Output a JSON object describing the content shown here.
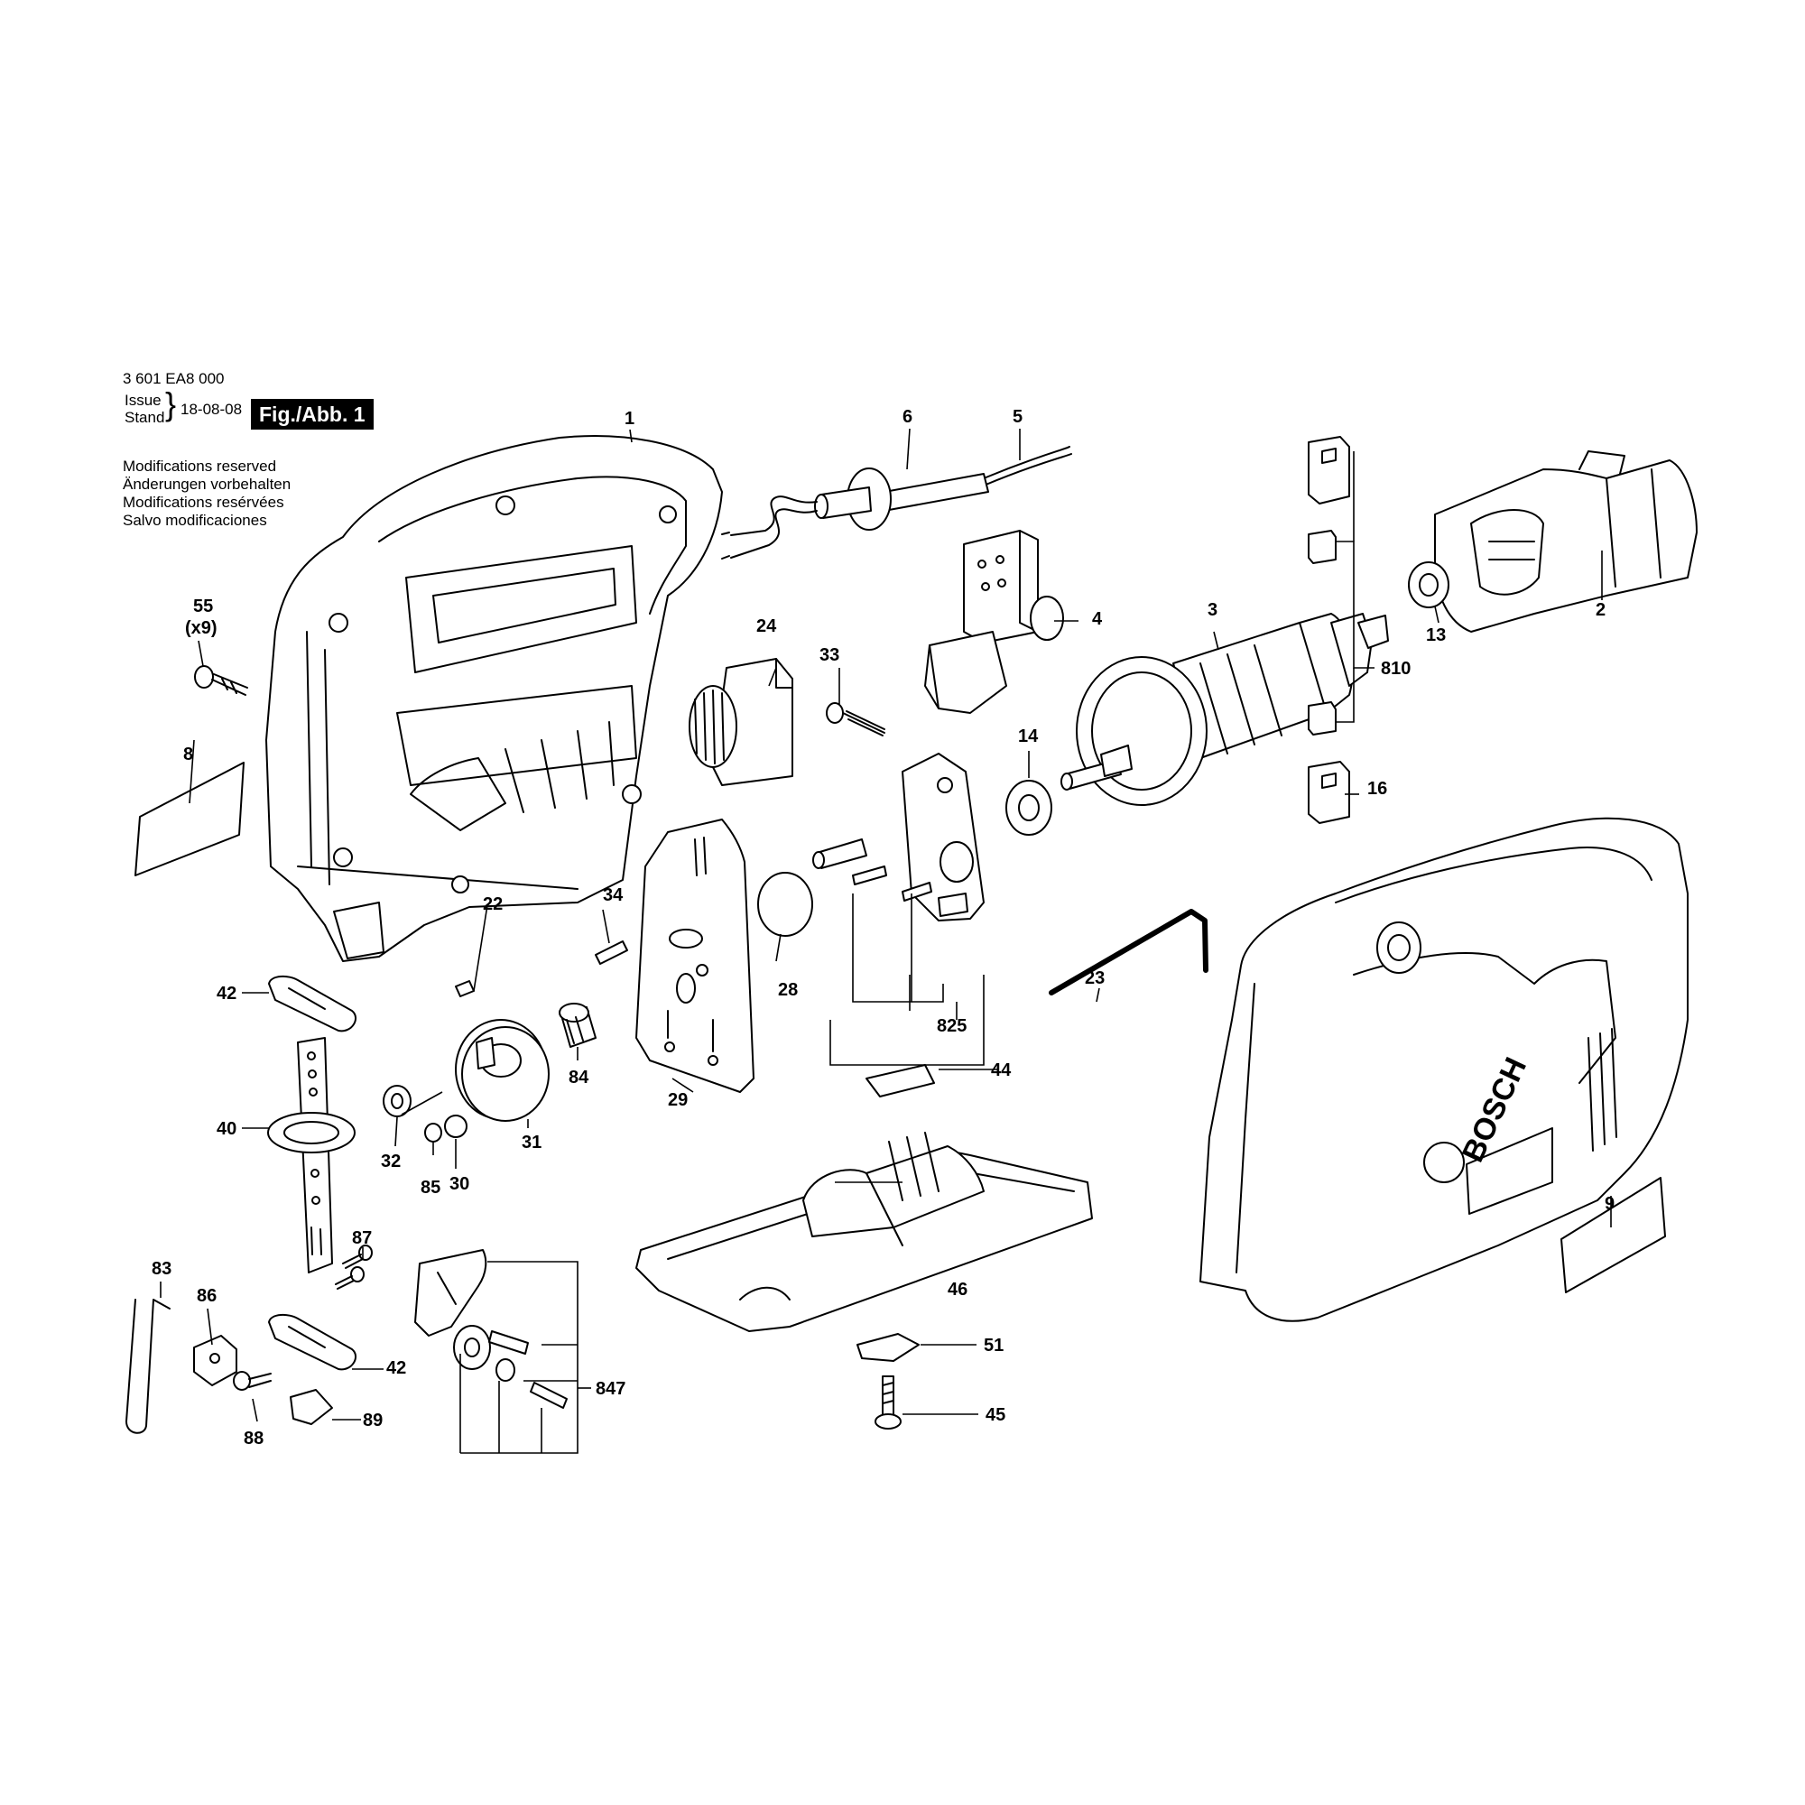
{
  "header": {
    "part_number": "3 601 EA8 000",
    "issue_label": "Issue",
    "stand_label": "Stand",
    "brace": "}",
    "date": "18-08-08",
    "figure": "Fig./Abb. 1"
  },
  "notes": [
    "Modifications reserved",
    "Änderungen vorbehalten",
    "Modifications resérvées",
    "Salvo modificaciones"
  ],
  "callouts": {
    "c1": "1",
    "c2": "2",
    "c3": "3",
    "c4": "4",
    "c5": "5",
    "c6": "6",
    "c8": "8",
    "c9": "9",
    "c13": "13",
    "c14": "14",
    "c16": "16",
    "c22": "22",
    "c23": "23",
    "c24": "24",
    "c28": "28",
    "c29": "29",
    "c30": "30",
    "c31": "31",
    "c32": "32",
    "c33": "33",
    "c34": "34",
    "c40": "40",
    "c42a": "42",
    "c42b": "42",
    "c44": "44",
    "c45": "45",
    "c46": "46",
    "c51": "51",
    "c55": "55",
    "c55x": "(x9)",
    "c83": "83",
    "c84": "84",
    "c85": "85",
    "c86": "86",
    "c87": "87",
    "c88": "88",
    "c89": "89",
    "c810": "810",
    "c825": "825",
    "c847": "847"
  },
  "brand_label": "BOSCH",
  "icons": [
    "housing-half-shell",
    "motor-housing",
    "armature",
    "switch",
    "cable",
    "carbon-brush",
    "hex-key"
  ]
}
